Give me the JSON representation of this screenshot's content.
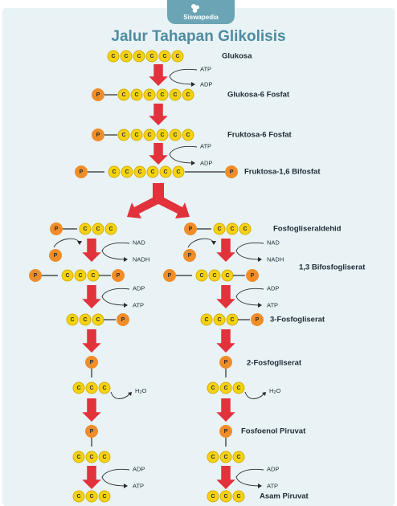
{
  "brand": {
    "name": "Siswapedia"
  },
  "title": "Jalur Tahapan Glikolisis",
  "colors": {
    "carbon": "#f5d313",
    "carbon_stroke": "#d4ae00",
    "phosphate": "#f08d28",
    "arrow": "#e2323b",
    "title": "#4f8ba0"
  },
  "atoms": {
    "carbon": "C",
    "phosphate": "P"
  },
  "molecules": {
    "glukosa": "Glukosa",
    "glukosa_6_fosfat": "Glukosa-6 Fosfat",
    "fruktosa_6_fosfat": "Fruktosa-6 Fosfat",
    "fruktosa_1_6_bifosfat": "Fruktosa-1,6 Bifosfat",
    "fosfogliseraldehid": "Fosfogliseraldehid",
    "bifosfogliserat": "1,3 Bifosfogliserat",
    "fosfogliserat_3": "3-Fosfogliserat",
    "fosfogliserat_2": "2-Fosfogliserat",
    "fosfoenol_piruvat": "Fosfoenol Piruvat",
    "asam_piruvat": "Asam Piruvat"
  },
  "cofactors": {
    "atp": "ATP",
    "adp": "ADP",
    "nad": "NAD",
    "nadh": "NADH",
    "h2o_main": "H",
    "h2o_sub": "2",
    "h2o_end": "O"
  }
}
